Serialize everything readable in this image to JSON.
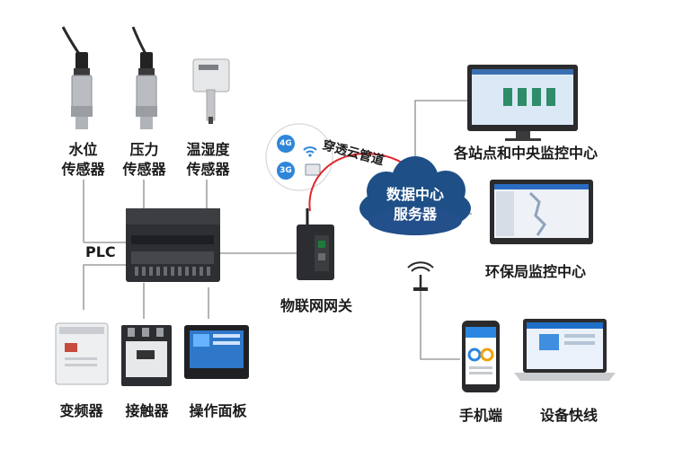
{
  "sensors": [
    {
      "line1": "水位",
      "line2": "传感器"
    },
    {
      "line1": "压力",
      "line2": "传感器"
    },
    {
      "line1": "温湿度",
      "line2": "传感器"
    }
  ],
  "plc_label": "PLC",
  "gateway_label": "物联网网关",
  "badges": {
    "g4": "4G",
    "g3": "3G"
  },
  "channel_label": "穿透云管道",
  "cloud": {
    "line1": "数据中心",
    "line2": "服务器"
  },
  "monitors": {
    "station": "各站点和中央监控中心",
    "env": "环保局监控中心"
  },
  "clients": {
    "phone": "手机端",
    "laptop": "设备快线"
  },
  "field_devices": [
    "变频器",
    "接触器",
    "操作面板"
  ],
  "colors": {
    "line": "#8c8c8c",
    "link": "#e0262b",
    "cloud": "#1e4f86",
    "badge": "#2f86d9",
    "screen": "#2a6cc4"
  }
}
